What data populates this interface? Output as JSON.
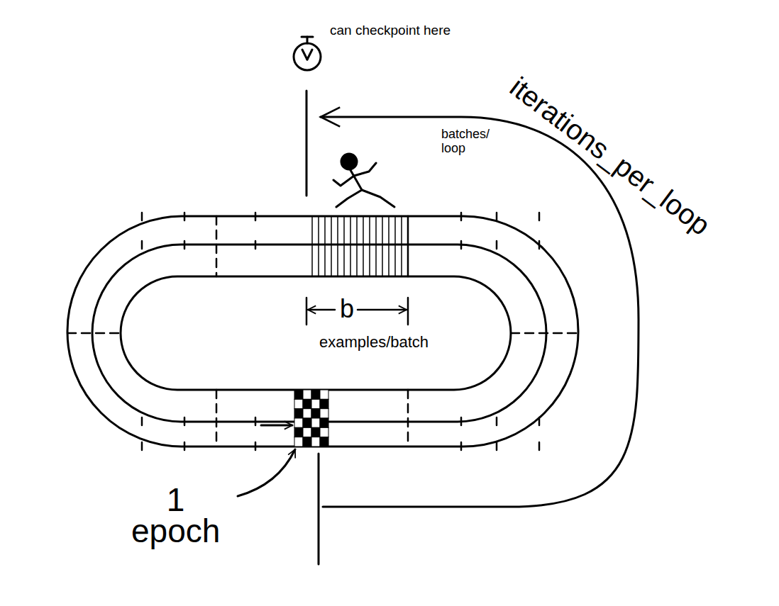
{
  "diagram": {
    "labels": [
      "can checkpoint here",
      "iterations_per_loop",
      "batches/ loop",
      "b",
      "examples/batch",
      "1 epoch"
    ]
  }
}
